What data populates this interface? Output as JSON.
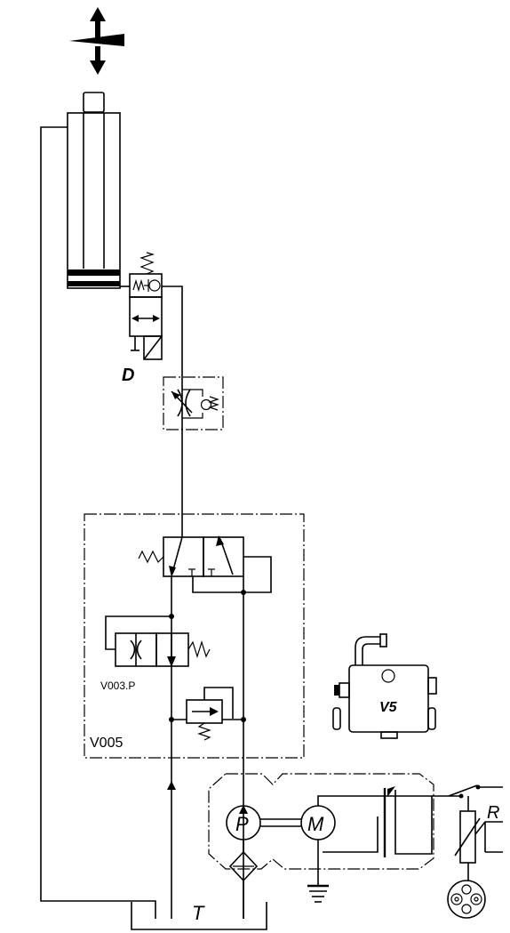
{
  "labels": {
    "valve_d": "D",
    "sub_valve": "V003.P",
    "block": "V005",
    "pump": "P",
    "motor": "M",
    "tank": "T",
    "relay": "R",
    "component_v5": "V5"
  },
  "icons": {
    "direction": "up-down-arrow-icon",
    "ground": "ground-icon",
    "connector": "round-connector-icon"
  }
}
